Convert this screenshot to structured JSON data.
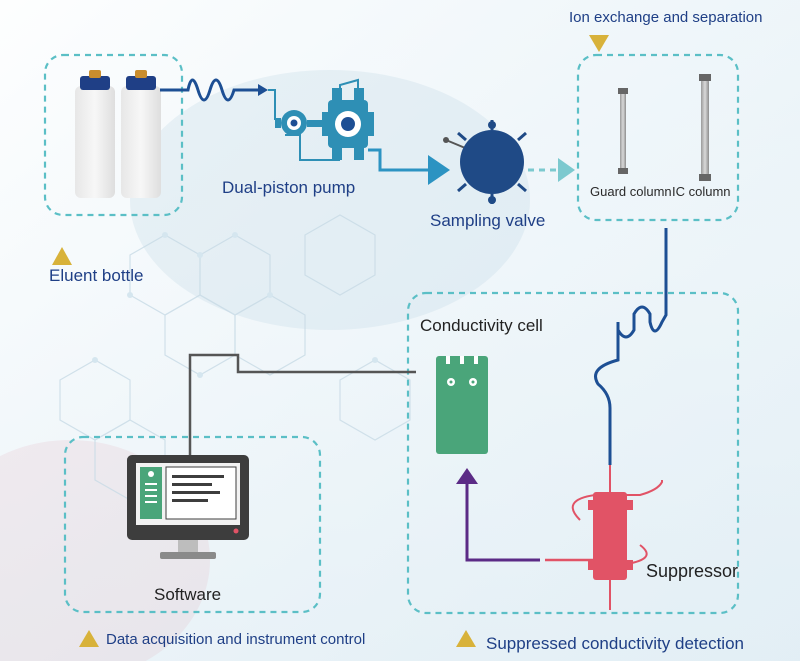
{
  "labels": {
    "eluent_bottle": "Eluent bottle",
    "dual_piston_pump": "Dual-piston pump",
    "sampling_valve": "Sampling valve",
    "ion_exchange": "Ion exchange and separation",
    "guard_column": "Guard column",
    "ic_column": "IC column",
    "conductivity_cell": "Conductivity cell",
    "suppressor": "Suppressor",
    "software": "Software",
    "data_acquisition": "Data acquisition and instrument control",
    "suppressed_detection": "Suppressed conductivity detection"
  },
  "colors": {
    "dashed_border": "#5bbfc6",
    "label_text": "#1f3f86",
    "triangle": "#d8b23a",
    "tube_blue": "#1d4f94",
    "pump_teal": "#2e8fb5",
    "valve_navy": "#1f4a86",
    "arrow_teal": "#2c93c2",
    "suppressor_red": "#e15366",
    "cell_green": "#4aa57a",
    "arrow_purple": "#5b2b86",
    "cable_gray": "#555555"
  }
}
